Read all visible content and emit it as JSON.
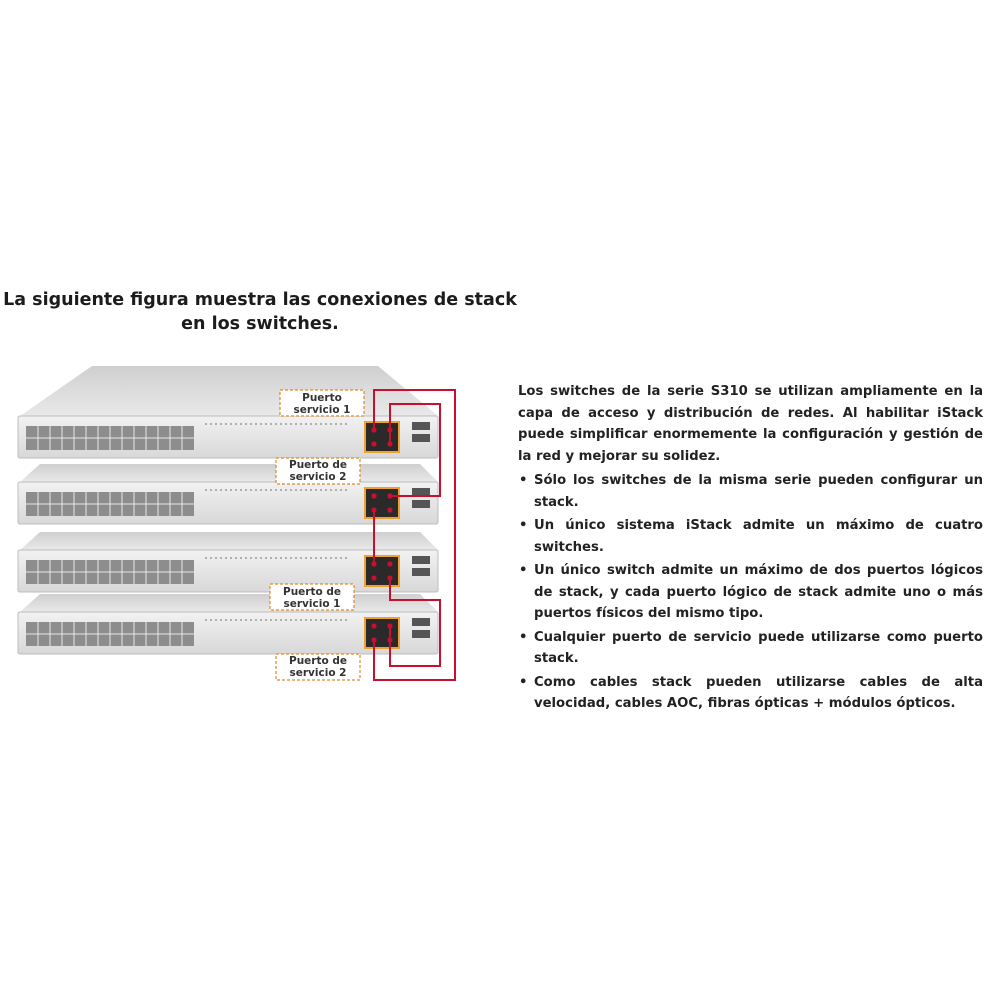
{
  "figure": {
    "title_line1": "La siguiente figura muestra las conexiones de stack",
    "title_line2": "en los switches."
  },
  "labels": [
    {
      "line1": "Puerto",
      "line2": "servicio 1"
    },
    {
      "line1": "Puerto de",
      "line2": "servicio 2"
    },
    {
      "line1": "Puerto de",
      "line2": "servicio 1"
    },
    {
      "line1": "Puerto de",
      "line2": "servicio 2"
    }
  ],
  "colors": {
    "cable": "#c8102e",
    "label_border": "#d98a2b",
    "port_frame": "#f0a030",
    "chassis": "#e3e3e3"
  },
  "description": {
    "intro": "Los switches de la serie S310 se utilizan ampliamente en la capa de acceso y distribución de redes. Al habilitar iStack puede simplificar enormemente la configuración y gestión de la red y mejorar su solidez.",
    "bullets": [
      "Sólo los switches de la misma serie pueden configurar un stack.",
      "Un único sistema iStack admite un máximo de cuatro switches.",
      "Un único switch admite un máximo de dos puertos lógicos de stack, y cada puerto lógico de stack admite uno o más puertos físicos del mismo tipo.",
      "Cualquier puerto de servicio puede utilizarse como puerto stack.",
      "Como cables stack pueden utilizarse cables de alta velocidad, cables AOC, fibras ópticas + módulos ópticos."
    ]
  }
}
